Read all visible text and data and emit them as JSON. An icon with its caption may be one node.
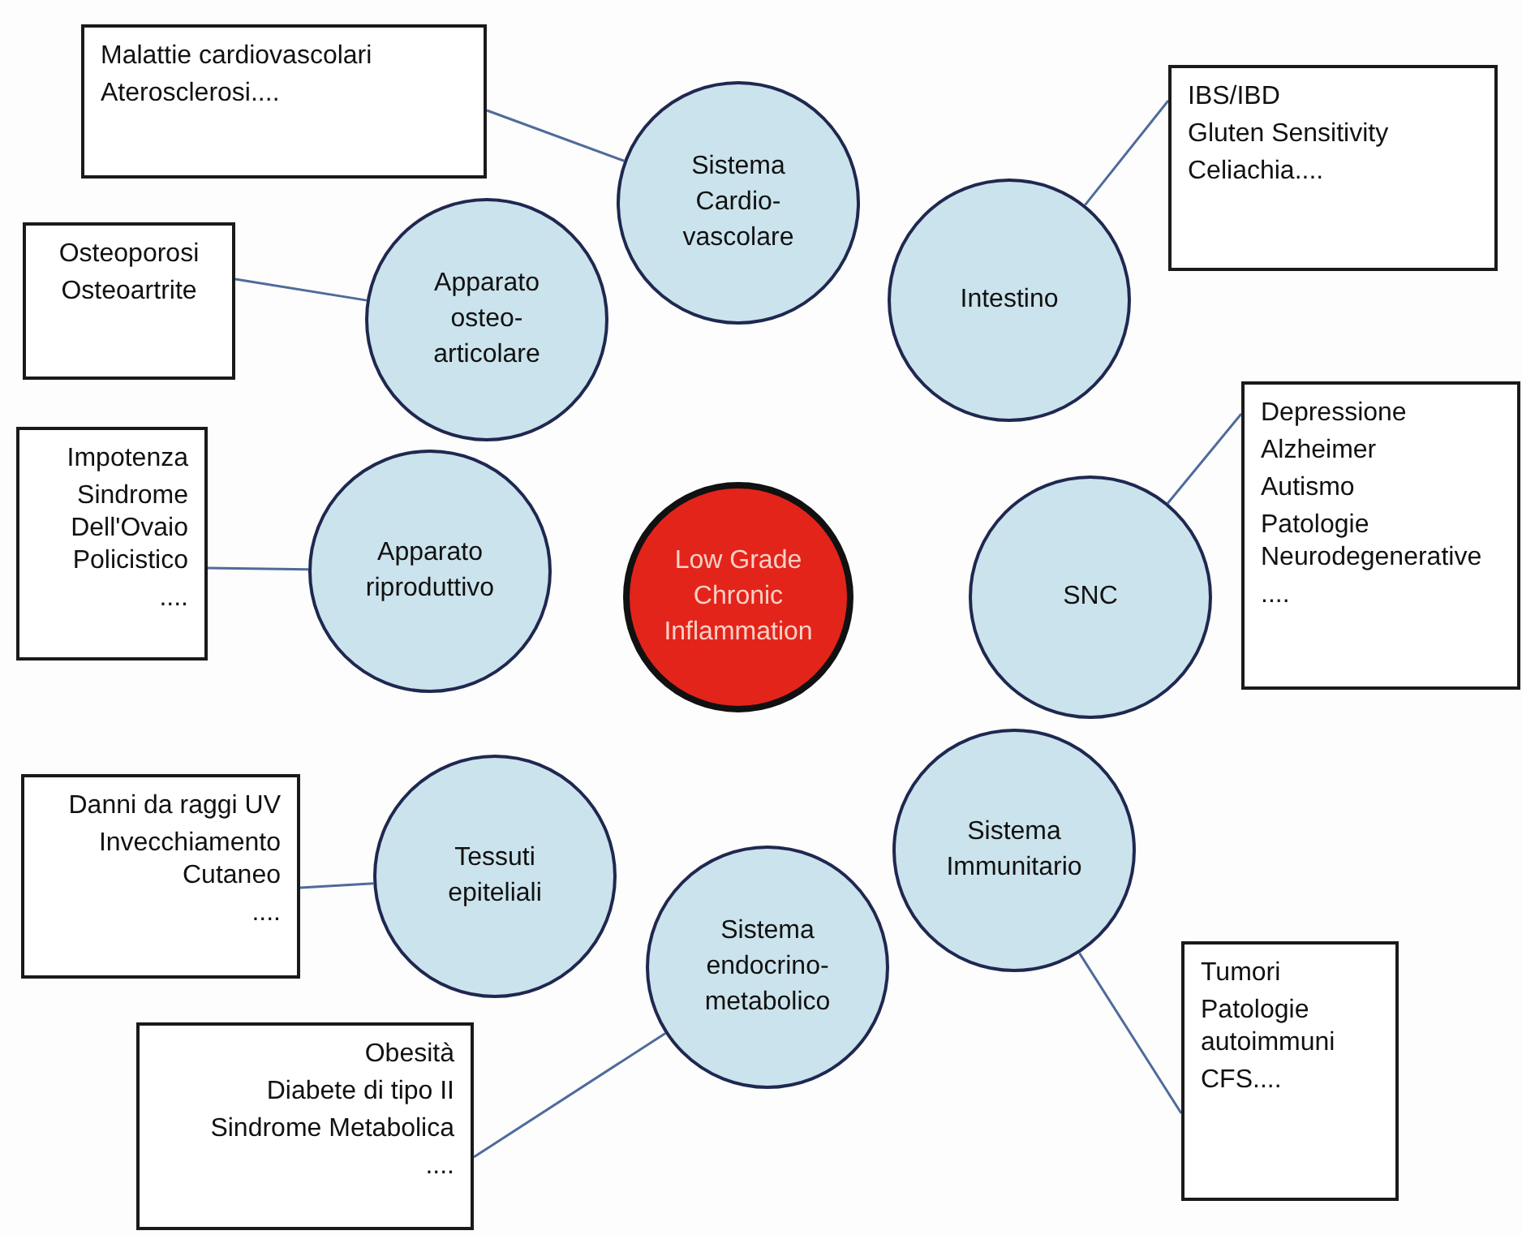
{
  "diagram": {
    "nodes": [
      {
        "text": [
          "Malattie cardiovascolari",
          "Aterosclerosi...."
        ]
      },
      {
        "text": [
          "Sistema Cardio-vascolare"
        ]
      },
      {
        "text": [
          "IBS/IBD",
          "Gluten Sensitivity",
          "Celiachia...."
        ]
      },
      {
        "text": [
          "Osteoporosi",
          "Osteoartrite"
        ]
      },
      {
        "text": [
          "Apparato osteo-articolare"
        ]
      },
      {
        "text": [
          "Intestino"
        ]
      },
      {
        "text": [
          "Depressione",
          "Alzheimer",
          "Autismo",
          "Patologie Neurodegenerative",
          "...."
        ]
      },
      {
        "text": [
          "Impotenza",
          "Sindrome Dell'Ovaio Policistico",
          "...."
        ]
      },
      {
        "text": [
          "Apparato riproduttivo"
        ]
      },
      {
        "text": [
          "Low Grade Chronic Inflammation"
        ]
      },
      {
        "text": [
          "SNC"
        ]
      },
      {
        "text": [
          "Danni da raggi UV",
          "Invecchiamento Cutaneo",
          "...."
        ]
      },
      {
        "text": [
          "Tessuti epiteliali"
        ]
      },
      {
        "text": [
          "Sistema Immunitario"
        ]
      },
      {
        "text": [
          "Sistema endocrino-metabolico"
        ]
      },
      {
        "text": [
          "Tumori",
          "Patologie autoimmuni",
          "CFS...."
        ]
      },
      {
        "text": [
          "Obesità",
          "Diabete di tipo II",
          "Sindrome Metabolica",
          "...."
        ]
      }
    ],
    "edges": [
      {
        "from": 0,
        "to": 1,
        "arrow": "none"
      },
      {
        "from": 3,
        "to": 4,
        "arrow": "none"
      },
      {
        "from": 7,
        "to": 8,
        "arrow": "none"
      },
      {
        "from": 11,
        "to": 12,
        "arrow": "none"
      },
      {
        "from": 16,
        "to": 14,
        "arrow": "none"
      },
      {
        "from": 2,
        "to": 5,
        "arrow": "none"
      },
      {
        "from": 6,
        "to": 10,
        "arrow": "none"
      },
      {
        "from": 15,
        "to": 13,
        "arrow": "none"
      }
    ]
  }
}
